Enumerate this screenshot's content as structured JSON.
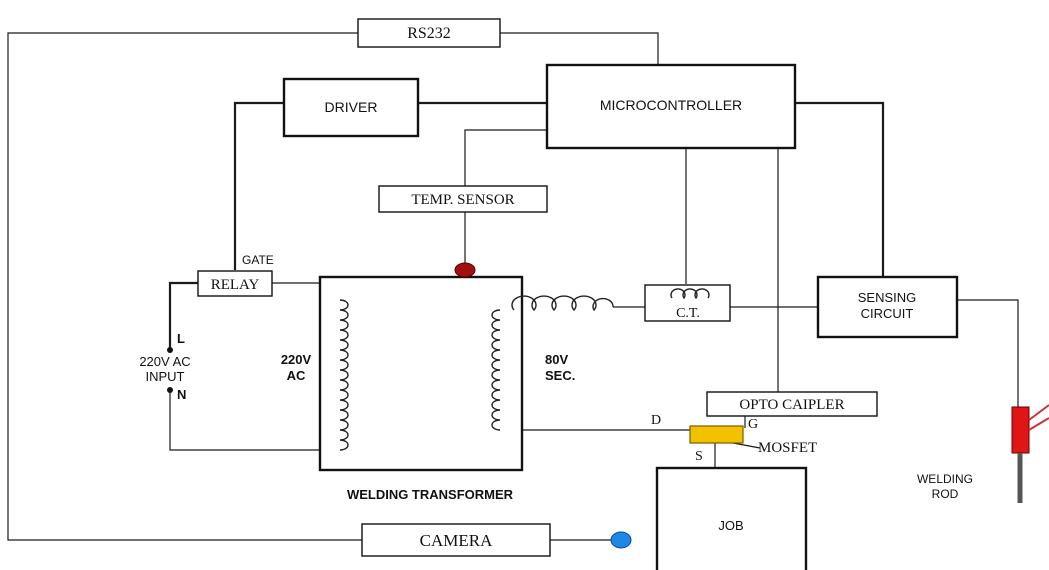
{
  "blocks": {
    "rs232": "RS232",
    "microcontroller": "MICROCONTROLLER",
    "driver": "DRIVER",
    "temp_sensor": "TEMP. SENSOR",
    "relay": "RELAY",
    "gate": "GATE",
    "ct": "C.T.",
    "sensing_line1": "SENSING",
    "sensing_line2": "CIRCUIT",
    "opto": "OPTO CAIPLER",
    "mosfet": "MOSFET",
    "job": "JOB",
    "camera": "CAMERA",
    "welding_transformer": "WELDING TRANSFORMER",
    "welding_rod_line1": "WELDING",
    "welding_rod_line2": "ROD"
  },
  "labels": {
    "L": "L",
    "N": "N",
    "input_line1": "220V AC",
    "input_line2": "INPUT",
    "primary_line1": "220V",
    "primary_line2": "AC",
    "secondary_line1": "80V",
    "secondary_line2": "SEC.",
    "drain": "D",
    "gate_pin": "G",
    "source": "S"
  },
  "colors": {
    "temp_sensor_dot": "#a01010",
    "camera_dot": "#1e88e5",
    "mosfet": "#f2c200",
    "welding_rod_holder": "#e01515"
  }
}
